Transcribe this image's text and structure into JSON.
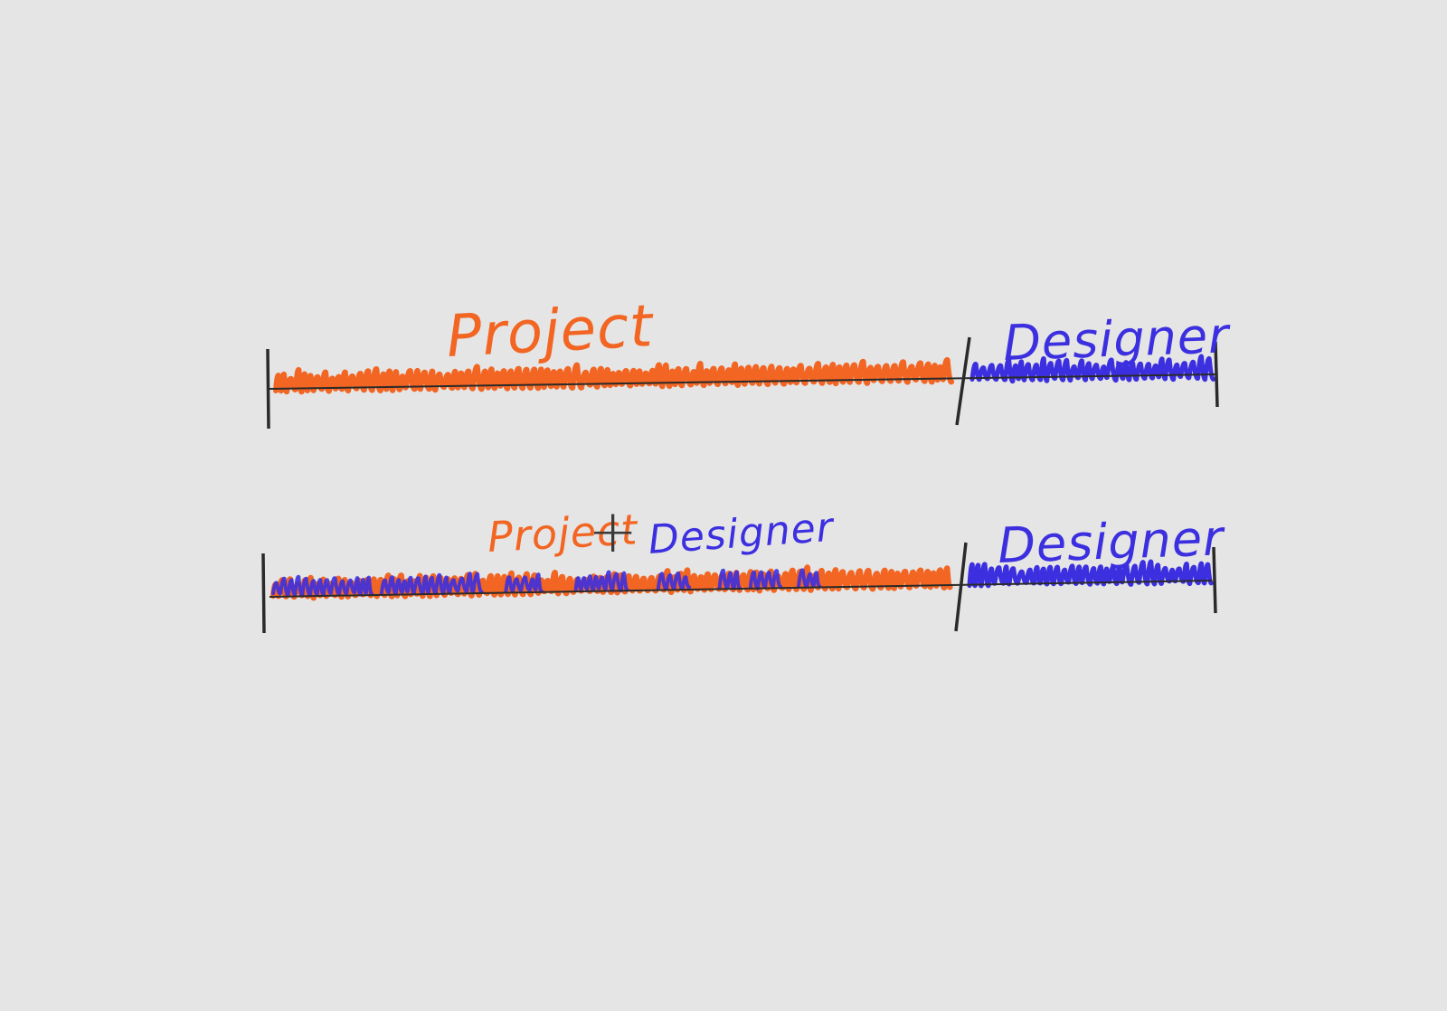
{
  "colors": {
    "background": "#e5e5e5",
    "project": "#f26522",
    "designer": "#3b2fe0",
    "line": "#2a2a2a"
  },
  "rows": [
    {
      "segments": [
        {
          "label": "Project",
          "color": "project",
          "fraction": 0.73
        },
        {
          "label": "Designer",
          "color": "designer",
          "fraction": 0.27
        }
      ]
    },
    {
      "segments": [
        {
          "label": "Project",
          "second_label": "Designer",
          "joiner": "+",
          "color": "mixed",
          "fraction": 0.73
        },
        {
          "label": "Designer",
          "color": "designer",
          "fraction": 0.27
        }
      ]
    }
  ]
}
